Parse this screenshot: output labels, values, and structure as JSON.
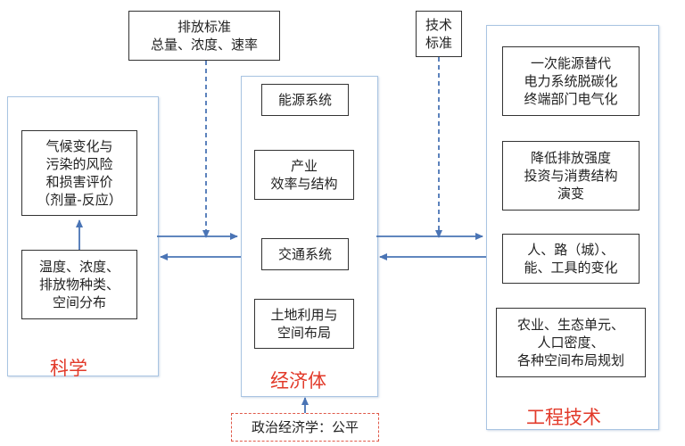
{
  "science": {
    "title": "科学",
    "boxes": [
      "气候变化与\n污染的风险\n和损害评价\n（剂量-反应）",
      "温度、浓度、\n排放物种类、\n空间分布"
    ]
  },
  "economy": {
    "title": "经济体",
    "boxes": [
      "能源系统",
      "产业\n效率与结构",
      "交通系统",
      "土地利用与\n空间布局"
    ]
  },
  "engineering": {
    "title": "工程技术",
    "boxes": [
      "一次能源替代\n电力系统脱碳化\n终端部门电气化",
      "降低排放强度\n投资与消费结构\n演变",
      "人、路（城）、\n能、工具的变化",
      "农业、生态单元、\n人口密度、\n各种空间布局规划"
    ]
  },
  "inputs": {
    "emission_standard": "排放标准\n总量、浓度、速率",
    "tech_standard": "技术\n标准",
    "political_economy": "政治经济学：公平"
  },
  "colors": {
    "arrow": "#4a74b5",
    "panel_border": "#a9c4e2",
    "title_red": "#e23a2a"
  }
}
